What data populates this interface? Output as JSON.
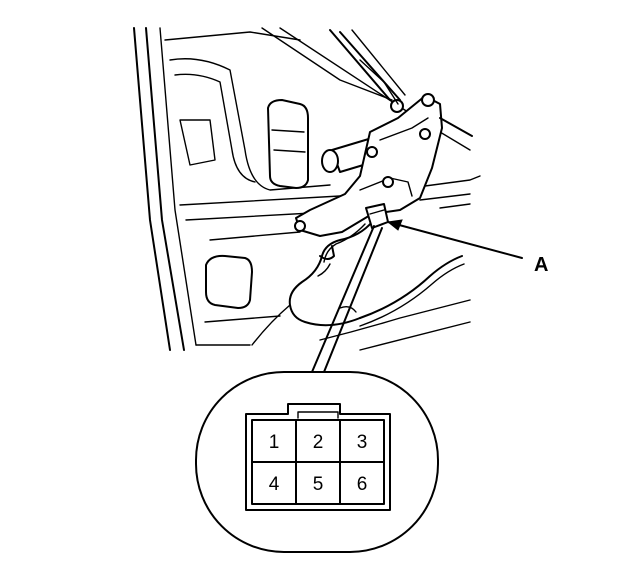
{
  "callout": {
    "label": "A"
  },
  "connector": {
    "pins": [
      "1",
      "2",
      "3",
      "4",
      "5",
      "6"
    ]
  }
}
